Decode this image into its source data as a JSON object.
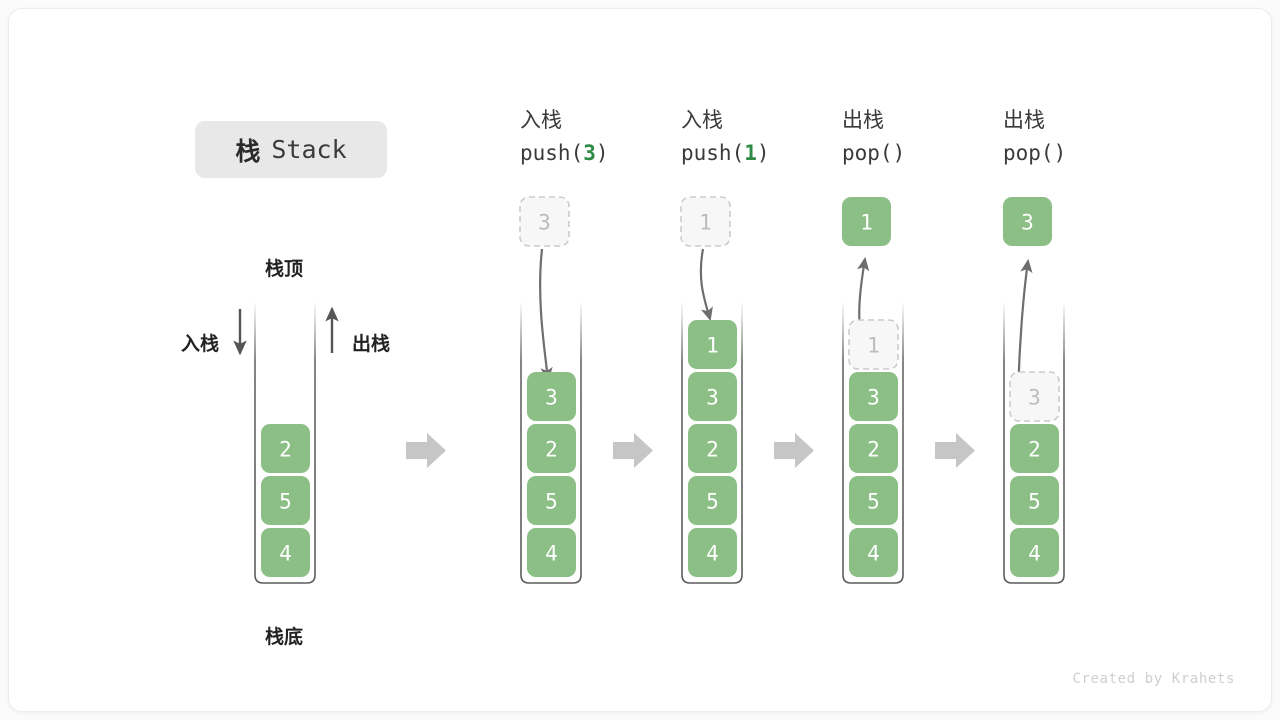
{
  "title": {
    "cn": "栈",
    "en": "Stack"
  },
  "labels": {
    "top": "栈顶",
    "bottom": "栈底",
    "push": "入栈",
    "pop": "出栈"
  },
  "credit": "Created by Krahets",
  "colors": {
    "cell_fill": "#8bbf85",
    "cell_text": "#ffffff",
    "ghost_fill": "#f7f7f7",
    "ghost_border": "#cccccc",
    "ghost_text": "#bcbcbc",
    "wall": "#4a4a4a",
    "arrow_gray": "#6e6e6e",
    "separator": "#c6c6c6",
    "accent_green": "#2e8b45",
    "badge_bg": "#e8e8e8"
  },
  "columns": [
    {
      "id": "initial",
      "header_cn": "",
      "header_code": "",
      "header_arg": "",
      "stack": [
        "2",
        "5",
        "4"
      ],
      "moving": null,
      "ghost_in_stack": null
    },
    {
      "id": "push-3",
      "header_cn": "入栈",
      "header_code_prefix": "push(",
      "header_arg": "3",
      "header_code_suffix": ")",
      "stack": [
        "3",
        "2",
        "5",
        "4"
      ],
      "moving": {
        "value": "3",
        "style": "ghost",
        "direction": "down"
      },
      "ghost_in_stack": null
    },
    {
      "id": "push-1",
      "header_cn": "入栈",
      "header_code_prefix": "push(",
      "header_arg": "1",
      "header_code_suffix": ")",
      "stack": [
        "1",
        "3",
        "2",
        "5",
        "4"
      ],
      "moving": {
        "value": "1",
        "style": "ghost",
        "direction": "down"
      },
      "ghost_in_stack": null
    },
    {
      "id": "pop-1",
      "header_cn": "出栈",
      "header_code_prefix": "pop(",
      "header_arg": "",
      "header_code_suffix": ")",
      "stack": [
        "1",
        "3",
        "2",
        "5",
        "4"
      ],
      "moving": {
        "value": "1",
        "style": "solid",
        "direction": "up"
      },
      "ghost_in_stack": "1"
    },
    {
      "id": "pop-3",
      "header_cn": "出栈",
      "header_code_prefix": "pop(",
      "header_arg": "",
      "header_code_suffix": ")",
      "stack": [
        "3",
        "2",
        "5",
        "4"
      ],
      "moving": {
        "value": "3",
        "style": "solid",
        "direction": "up"
      },
      "ghost_in_stack": "3"
    }
  ],
  "separators": [
    "arrow-right",
    "arrow-right",
    "arrow-right",
    "arrow-right"
  ],
  "headers": [
    {
      "cn": "入栈",
      "code_prefix": "push(",
      "arg": "3",
      "code_suffix": ")"
    },
    {
      "cn": "入栈",
      "code_prefix": "push(",
      "arg": "1",
      "code_suffix": ")"
    },
    {
      "cn": "出栈",
      "code_prefix": "pop(",
      "arg": "",
      "code_suffix": ")"
    },
    {
      "cn": "出栈",
      "code_prefix": "pop(",
      "arg": "",
      "code_suffix": ")"
    }
  ],
  "cells": {
    "c_initial": [
      "2",
      "5",
      "4"
    ],
    "c_push3": [
      "3",
      "2",
      "5",
      "4"
    ],
    "c_push1": [
      "1",
      "3",
      "2",
      "5",
      "4"
    ],
    "c_pop1_ghost": "1",
    "c_pop1_rest": [
      "3",
      "2",
      "5",
      "4"
    ],
    "c_pop1_out": "1",
    "c_pop3_ghost": "3",
    "c_pop3_rest": [
      "2",
      "5",
      "4"
    ],
    "c_pop3_out": "3",
    "g_push3": "3",
    "g_push1": "1"
  }
}
